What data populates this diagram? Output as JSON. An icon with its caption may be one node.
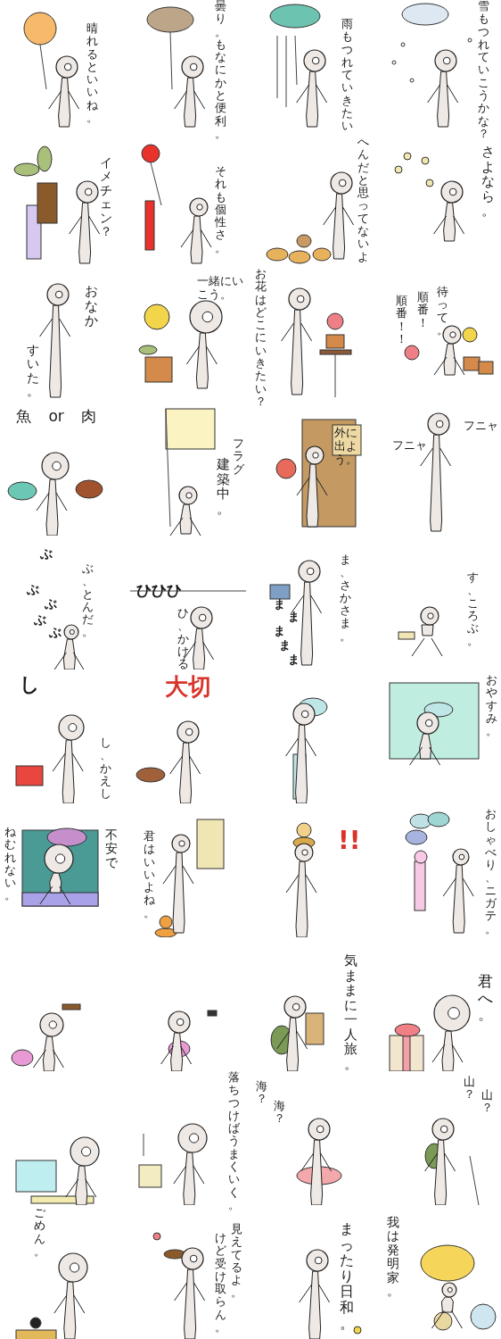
{
  "diagram": {
    "labels": [
      "晴れるといいね。",
      "曇り。もなにかと便利。",
      "雨もつれていきたい",
      "雪もつれていこうかな？",
      "イメチェン？",
      "それも個性さ。",
      "へんだと思ってないよ",
      "さよなら。",
      "おなか",
      "すいた。",
      "一緒にいこう。",
      "お花はどこにいきたい？",
      "順番！！",
      "順番！",
      "待って。",
      "魚 or 肉",
      "フラグ",
      "建築中。",
      "外に出よう。",
      "フニャ",
      "フニャ",
      "ぶ、とんだ。",
      "ぶ",
      "ぶ",
      "ぶ",
      "ぶ",
      "ぶ",
      "ひひひ",
      "ひ、かける",
      "ま、さかさま。",
      "ま",
      "ま",
      "ま",
      "ま",
      "ま",
      "す、ころぶ。",
      "し",
      "し、かえし",
      "大切",
      "おやすみ。",
      "不安で",
      "ねむれない。",
      "君はいいよね。",
      "!!",
      "おしゃべり、ニガテ。",
      "気ままに一人旅。",
      "君へ。",
      "落ちつけばうまくいく。",
      "海？",
      "海？",
      "山？",
      "山？",
      "ごめん。",
      "見えてるよ。",
      "けど受け取らん。",
      "まったり日和。",
      "我は発明家。"
    ]
  }
}
